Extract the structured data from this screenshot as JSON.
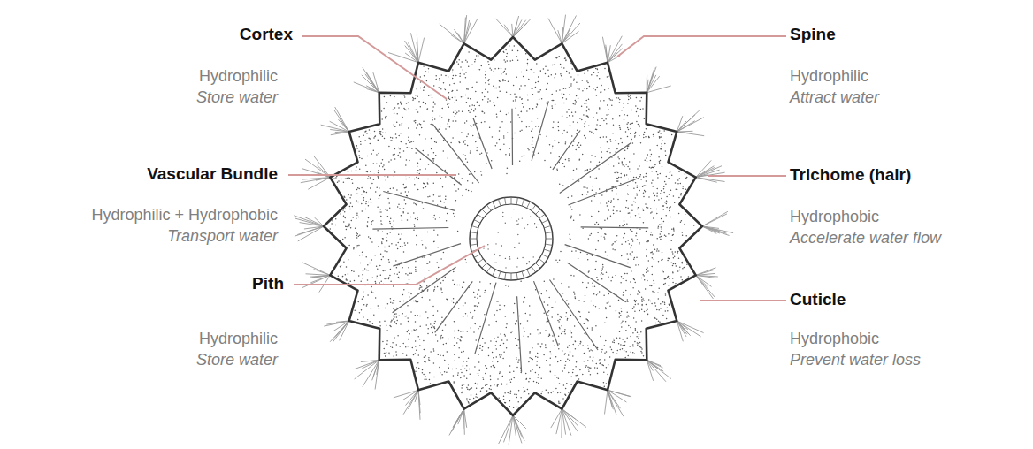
{
  "diagram": {
    "labels": [
      "Cortex",
      "Hydrophilic",
      "Store water",
      "Spine",
      "Hydrophilic",
      "Attract water",
      "Vascular Bundle",
      "Hydrophilic + Hydrophobic",
      "Transport water",
      "Trichome (hair)",
      "Hydrophobic",
      "Accelerate water flow",
      "Pith",
      "Hydrophilic",
      "Store water",
      "Cuticle",
      "Hydrophobic",
      "Prevent water loss"
    ]
  }
}
